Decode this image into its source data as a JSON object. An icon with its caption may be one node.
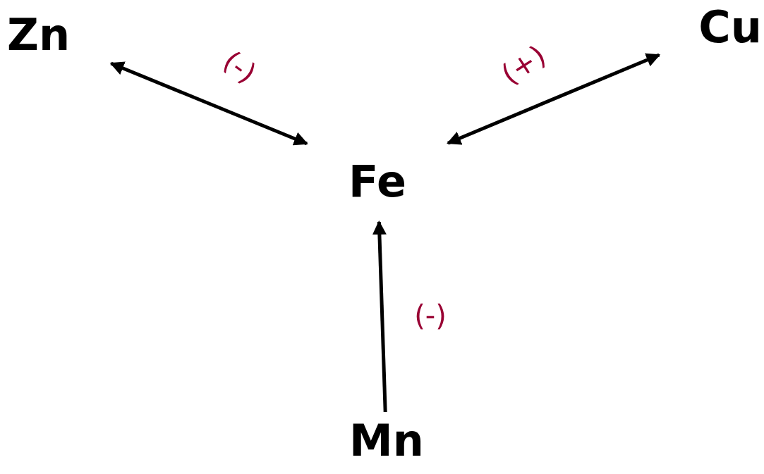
{
  "diagram": {
    "nodes": [
      {
        "text": [
          "Zn"
        ]
      },
      {
        "text": [
          "Fe"
        ]
      },
      {
        "text": [
          "Cu"
        ]
      },
      {
        "text": [
          "Mn"
        ]
      }
    ],
    "edges": [
      {
        "from": 0,
        "to": 1,
        "arrow": "both",
        "label": "(-)"
      },
      {
        "from": 2,
        "to": 1,
        "arrow": "both",
        "label": "(+)"
      },
      {
        "from": 3,
        "to": 1,
        "arrow": "to",
        "label": "(-)"
      }
    ]
  }
}
